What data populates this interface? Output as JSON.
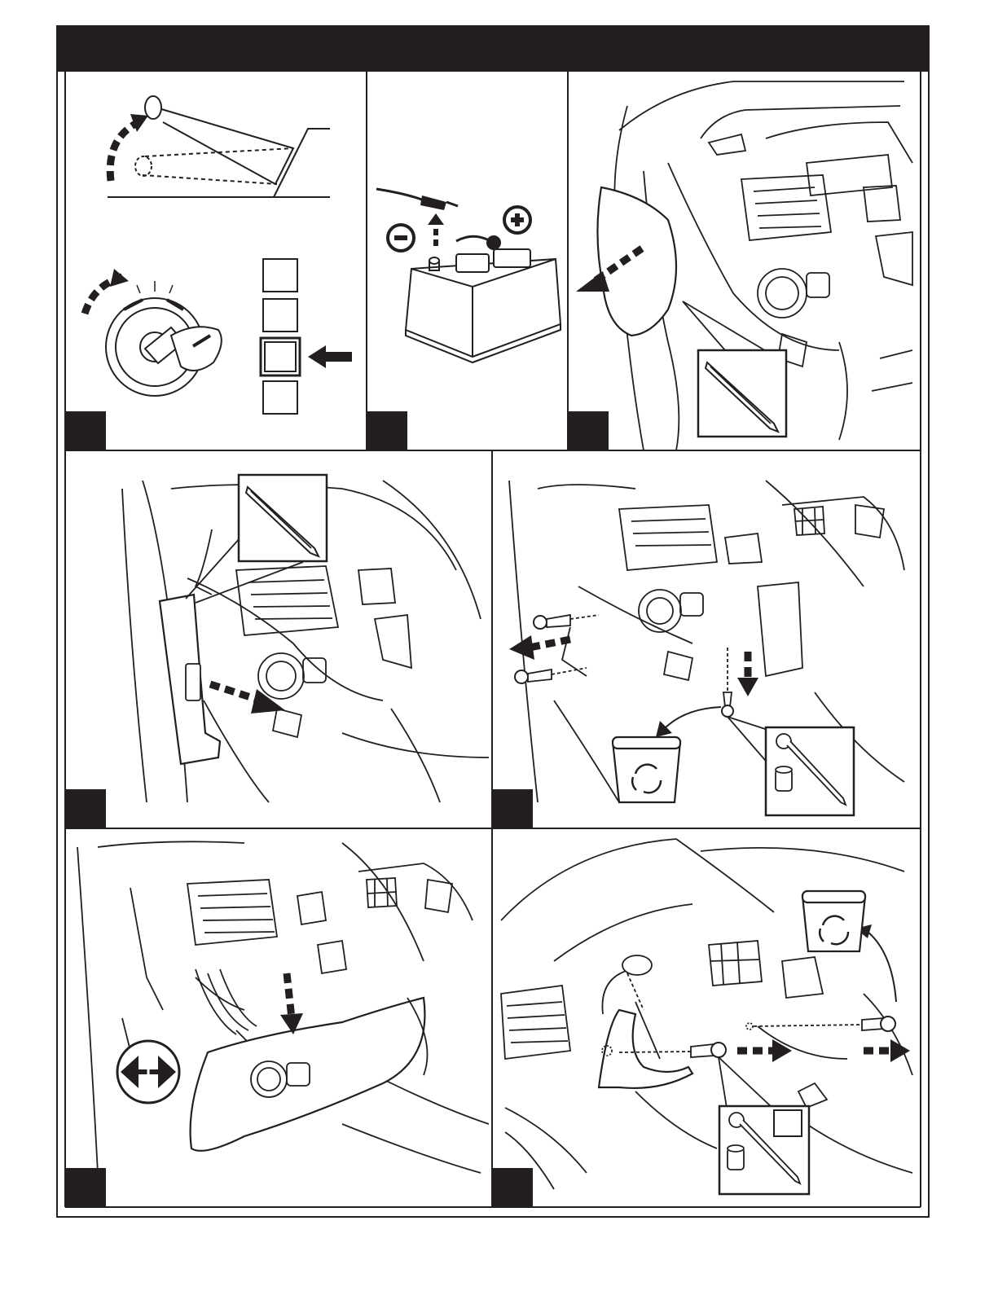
{
  "header": {
    "title": ""
  },
  "colors": {
    "ink": "#231f20",
    "paper": "#ffffff"
  },
  "icons": {
    "parking_brake": "parking-brake-lever-icon",
    "ignition": "ignition-key-icon",
    "battery": "battery-terminal-icon",
    "negative": "minus-circle-icon",
    "positive": "plus-circle-icon",
    "trim_tool": "trim-removal-tool-icon",
    "ratchet": "ratchet-socket-icon",
    "discard": "recycle-bin-icon",
    "both_sides": "double-arrow-icon",
    "arrow": "dashed-arrow-icon"
  },
  "steps": [
    {
      "id": "step-1",
      "badge": ""
    },
    {
      "id": "step-2",
      "badge": ""
    },
    {
      "id": "step-3",
      "badge": ""
    },
    {
      "id": "step-4",
      "badge": ""
    },
    {
      "id": "step-5",
      "badge": ""
    },
    {
      "id": "step-6",
      "badge": ""
    },
    {
      "id": "step-7",
      "badge": ""
    }
  ]
}
